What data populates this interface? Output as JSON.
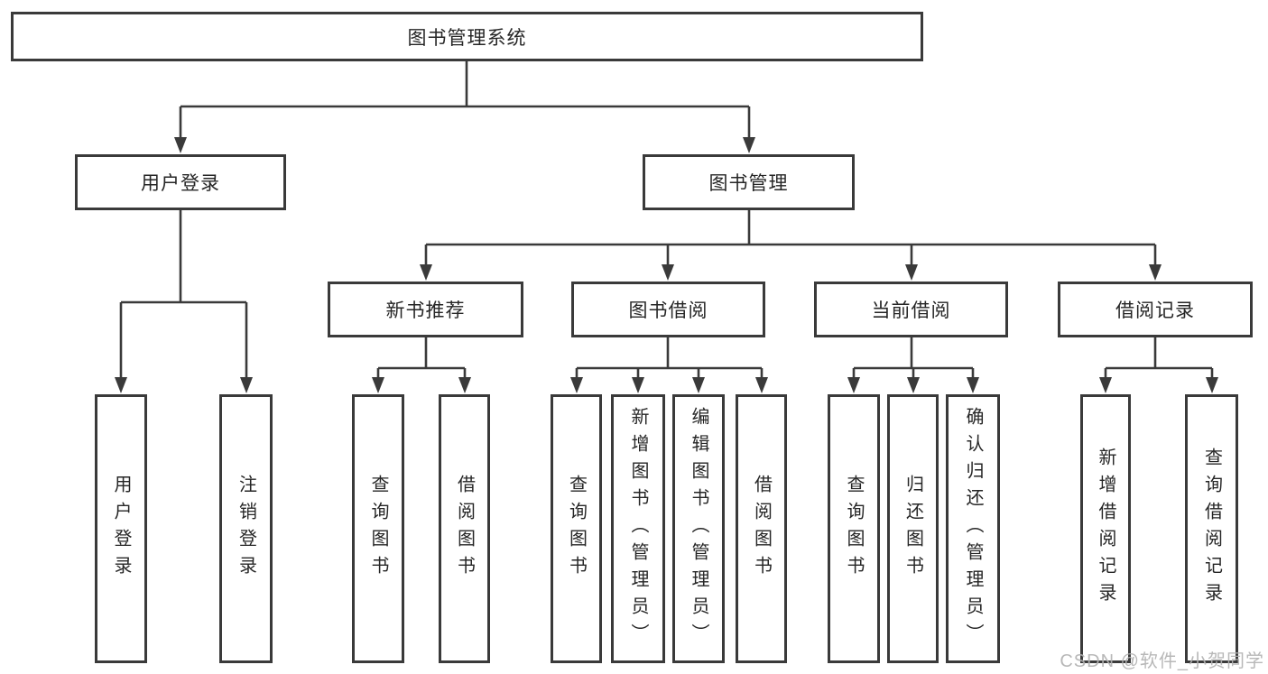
{
  "tree": {
    "root": "图书管理系统",
    "branches": [
      {
        "label": "用户登录",
        "children": [
          {
            "label": "用户登录"
          },
          {
            "label": "注销登录"
          }
        ]
      },
      {
        "label": "图书管理",
        "children": [
          {
            "label": "新书推荐",
            "children": [
              {
                "label": "查询图书"
              },
              {
                "label": "借阅图书"
              }
            ]
          },
          {
            "label": "图书借阅",
            "children": [
              {
                "label": "查询图书"
              },
              {
                "label": "新增图书（管理员）"
              },
              {
                "label": "编辑图书（管理员）"
              },
              {
                "label": "借阅图书"
              }
            ]
          },
          {
            "label": "当前借阅",
            "children": [
              {
                "label": "查询图书"
              },
              {
                "label": "归还图书"
              },
              {
                "label": "确认归还（管理员）"
              }
            ]
          },
          {
            "label": "借阅记录",
            "children": [
              {
                "label": "新增借阅记录"
              },
              {
                "label": "查询借阅记录"
              }
            ]
          }
        ]
      }
    ]
  },
  "watermark": "CSDN @软件_小贺同学",
  "colors": {
    "line": "#3a3a3a",
    "text": "#262626",
    "watermark": "#b2b2b2",
    "background": "#ffffff"
  }
}
